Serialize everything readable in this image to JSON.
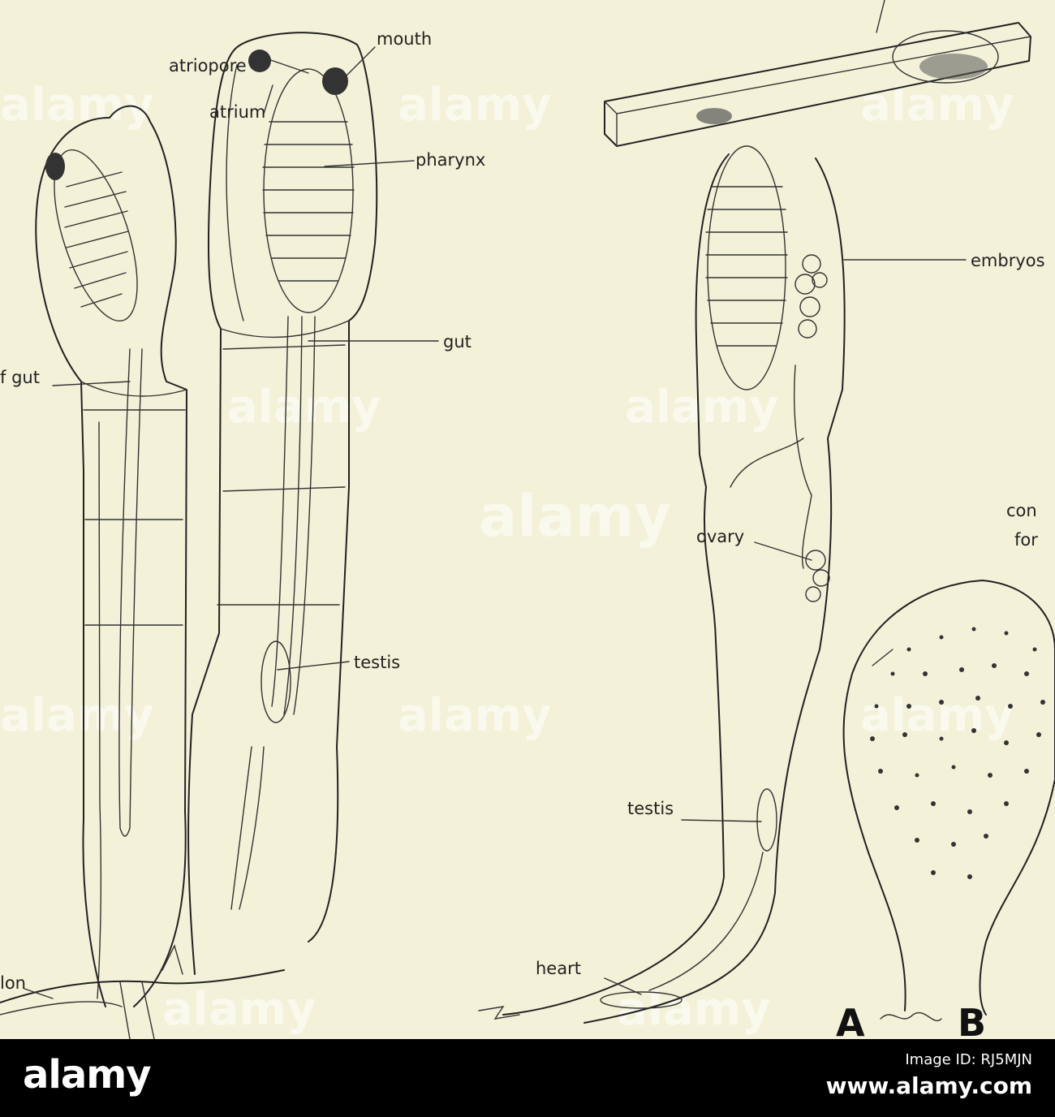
{
  "labels": {
    "atriopore": "atriopore",
    "mouth": "mouth",
    "atrium": "atrium",
    "pharynx": "pharynx",
    "gut": "gut",
    "loop_of_gut": "f gut",
    "testis_left": "testis",
    "stolon": "lon",
    "embryos": "embryos",
    "ovary": "ovary",
    "common_top": "con",
    "common_bottom": "for",
    "testis_right": "testis",
    "heart": "heart"
  },
  "panels": {
    "a": "A",
    "b": "B"
  },
  "watermark": {
    "text": "alamy"
  },
  "footer": {
    "logo": "alamy",
    "image_id": "Image ID: RJ5MJN",
    "url": "www.alamy.com"
  },
  "colors": {
    "paper": "#f3f1d8",
    "ink": "#222222",
    "footer_bg": "#000000"
  }
}
